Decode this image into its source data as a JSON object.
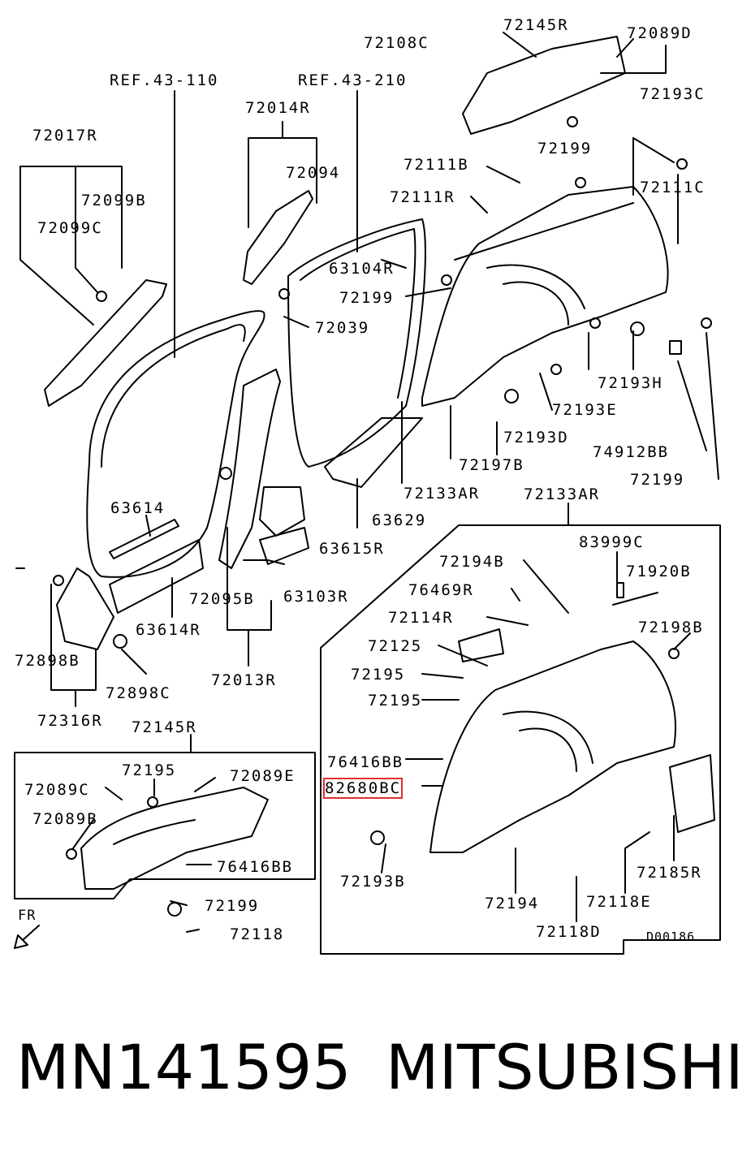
{
  "diagram": {
    "labels": [
      "72145R",
      "72108C",
      "72089D",
      "REF.43-110",
      "REF.43-210",
      "72193C",
      "72014R",
      "72017R",
      "72094",
      "72199",
      "72111B",
      "72111C",
      "72099B",
      "72111R",
      "72099C",
      "63104R",
      "72199",
      "72039",
      "72193H",
      "72193E",
      "72193D",
      "74912BB",
      "72197B",
      "72199",
      "72133AR",
      "63629",
      "72133AR",
      "63614",
      "63615R",
      "83999C",
      "72194B",
      "71920B",
      "72095B",
      "63103R",
      "76469R",
      "63614R",
      "72114R",
      "72198B",
      "72125",
      "72898B",
      "72898C",
      "72195",
      "72013R",
      "72195",
      "72316R",
      "72145R",
      "76416BB",
      "72195",
      "72089E",
      "72089C",
      "82680BC",
      "72089B",
      "76416BB",
      "72185R",
      "72193B",
      "72194",
      "72118E",
      "72199",
      "72118",
      "72118D",
      "FR",
      "D00186"
    ]
  },
  "footer": {
    "part_number": "MN141595",
    "brand": "MITSUBISHI"
  },
  "highlight_label": "82680BC"
}
